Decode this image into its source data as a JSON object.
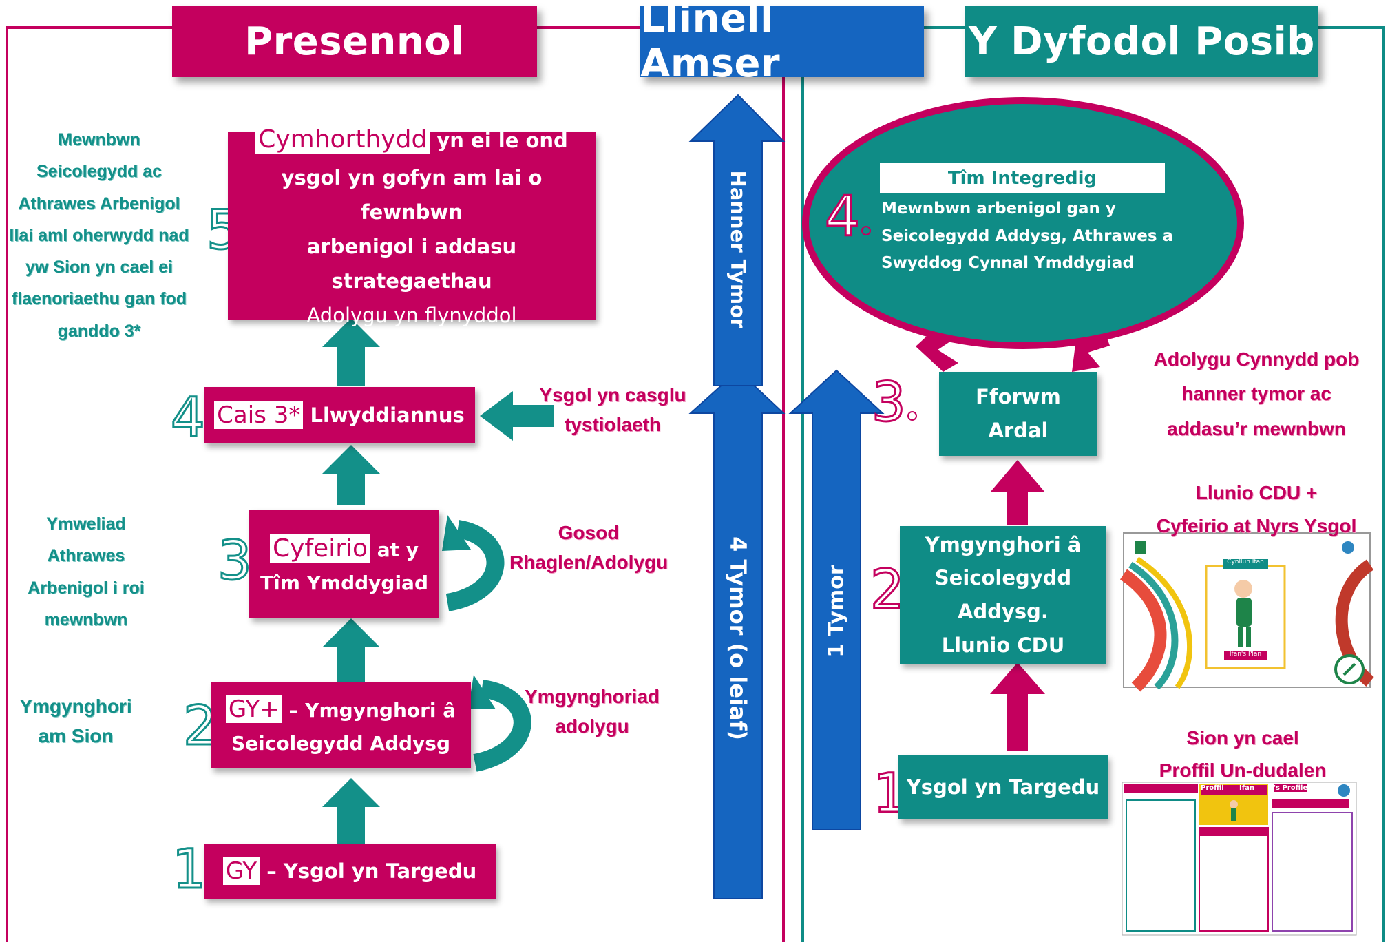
{
  "headers": {
    "present": "Presennol",
    "timeline": "Llinell Amser",
    "future": "Y Dyfodol Posib"
  },
  "colors": {
    "pink": "#c4005e",
    "teal": "#0f8c86",
    "blue": "#1565c0"
  },
  "present": {
    "steps": [
      {
        "number": "1",
        "highlight": "GY",
        "text": "– Ysgol yn Targedu"
      },
      {
        "number": "2",
        "highlight": "GY+",
        "text": "– Ymgynghori â",
        "text2": "Seicolegydd Addysg"
      },
      {
        "number": "3",
        "highlight": "Cyfeirio",
        "text": "at y",
        "text2": "Tîm Ymddygiad"
      },
      {
        "number": "4",
        "highlight": "Cais 3*",
        "text": "Llwyddiannus"
      },
      {
        "number": "5",
        "highlight": "Cymhorthydd",
        "text": "yn ei le ond",
        "text2": "ysgol yn gofyn am lai o fewnbwn",
        "text3": "arbenigol i addasu strategaethau",
        "text4": "Adolygu yn flynyddol"
      }
    ],
    "left_notes": {
      "consult": [
        "Ymgynghori",
        "am Sion"
      ],
      "visit": [
        "Ymweliad",
        "Athrawes",
        "Arbenigol i roi",
        "mewnbwn"
      ],
      "input": [
        "Mewnbwn",
        "Seicolegydd ac",
        "Athrawes Arbenigol",
        "llai aml oherwydd nad",
        "yw Sion yn cael ei",
        "flaenoriaethu gan fod",
        "ganddo 3*"
      ]
    },
    "right_notes": {
      "review_consult": [
        "Ymgynghoriad",
        "adolygu"
      ],
      "programme": [
        "Gosod",
        "Rhaglen/Adolygu"
      ],
      "evidence": [
        "Ysgol yn casglu",
        "tystiolaeth"
      ]
    }
  },
  "timeline": {
    "long": "4 Tymor (o leiaf)",
    "half": "Hanner Tymor",
    "short": "1 Tymor"
  },
  "future": {
    "steps": [
      {
        "number": "1",
        "text": "Ysgol yn Targedu"
      },
      {
        "number": "2",
        "lines": [
          "Ymgynghori â",
          "Seicolegydd",
          "Addysg.",
          "Llunio CDU"
        ]
      },
      {
        "number": "3",
        "lines": [
          "Fforwm",
          "Ardal"
        ]
      },
      {
        "number": "4",
        "title": "Tîm Integredig",
        "lines": [
          "Mewnbwn arbenigol gan y",
          "Seicolegydd Addysg, Athrawes a",
          "Swyddog Cynnal Ymddygiad"
        ]
      }
    ],
    "notes": {
      "review": [
        "Adolygu Cynnydd pob",
        "hanner tymor ac",
        "addasu’r mewnbwn"
      ],
      "plan": [
        "Llunio CDU +",
        "Cyfeirio at Nyrs Ysgol"
      ],
      "profile": [
        "Sion yn cael",
        "Proffil Un-dudalen"
      ]
    },
    "thumb_plan": {
      "title": "Cynllun Ifan",
      "caption": "Ifan's Plan"
    },
    "thumb_profile": {
      "tab1": "Proffil",
      "tab2": "Ifan",
      "tab3": "'s Profile"
    }
  }
}
